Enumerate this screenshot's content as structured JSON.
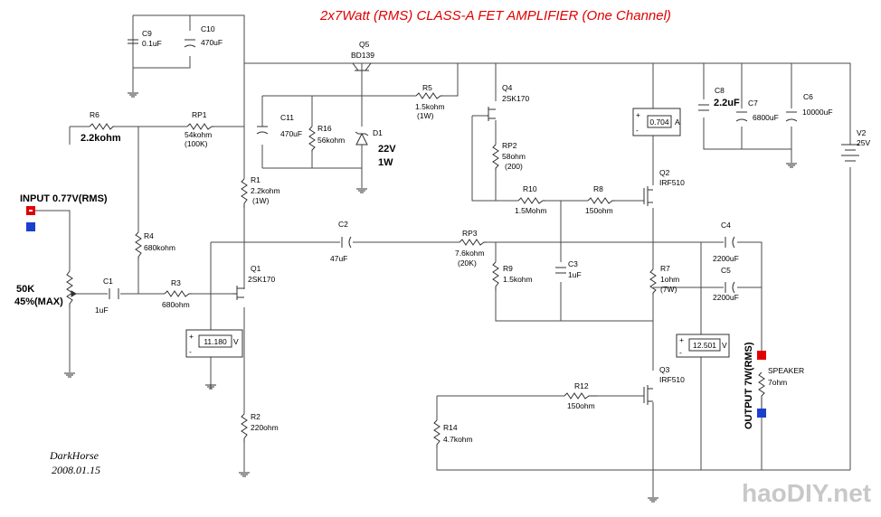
{
  "title": "2x7Watt (RMS) CLASS-A FET AMPLIFIER (One Channel)",
  "author": "DarkHorse",
  "date": "2008.01.15",
  "watermark": "haoDIY.net",
  "input": {
    "label": "INPUT 0.77V(RMS)",
    "pot_value": "50K",
    "pot_setting": "45%(MAX)"
  },
  "output": {
    "label": "OUTPUT 7W(RMS)",
    "load_name": "SPEAKER",
    "load_value": "7ohm"
  },
  "components": {
    "c9": {
      "name": "C9",
      "value": "0.1uF"
    },
    "c10": {
      "name": "C10",
      "value": "470uF"
    },
    "q5": {
      "name": "Q5",
      "value": "BD139"
    },
    "r6": {
      "name": "R6",
      "value": "2.2kohm"
    },
    "rp1": {
      "name": "RP1",
      "value": "54kohm",
      "value2": "(100K)"
    },
    "c11": {
      "name": "C11",
      "value": "470uF"
    },
    "r16": {
      "name": "R16",
      "value": "56kohm"
    },
    "d1": {
      "name": "D1",
      "value": "22V",
      "value2": "1W"
    },
    "r5": {
      "name": "R5",
      "value": "1.5kohm",
      "value2": "(1W)"
    },
    "q4": {
      "name": "Q4",
      "value": "2SK170"
    },
    "rp2": {
      "name": "RP2",
      "value": "58ohm",
      "value2": "(200)"
    },
    "r10": {
      "name": "R10",
      "value": "1.5Mohm"
    },
    "r8": {
      "name": "R8",
      "value": "150ohm"
    },
    "q2": {
      "name": "Q2",
      "value": "IRF510"
    },
    "c8": {
      "name": "C8",
      "value": "2.2uF"
    },
    "c7": {
      "name": "C7",
      "value": "6800uF"
    },
    "c6": {
      "name": "C6",
      "value": "10000uF"
    },
    "v2": {
      "name": "V2",
      "value": "25V"
    },
    "r1": {
      "name": "R1",
      "value": "2.2kohm",
      "value2": "(1W)"
    },
    "c2": {
      "name": "C2",
      "value": "47uF"
    },
    "rp3": {
      "name": "RP3",
      "value": "7.6kohm",
      "value2": "(20K)"
    },
    "c4": {
      "name": "C4",
      "value": "2200uF"
    },
    "c5": {
      "name": "C5",
      "value": "2200uF"
    },
    "r4": {
      "name": "R4",
      "value": "680kohm"
    },
    "r9": {
      "name": "R9",
      "value": "1.5kohm"
    },
    "c3": {
      "name": "C3",
      "value": "1uF"
    },
    "r7": {
      "name": "R7",
      "value": "1ohm",
      "value2": "(7W)"
    },
    "c1": {
      "name": "C1",
      "value": "1uF"
    },
    "r3": {
      "name": "R3",
      "value": "680ohm"
    },
    "q1": {
      "name": "Q1",
      "value": "2SK170"
    },
    "q3": {
      "name": "Q3",
      "value": "IRF510"
    },
    "r12": {
      "name": "R12",
      "value": "150ohm"
    },
    "r14": {
      "name": "R14",
      "value": "4.7kohm"
    },
    "r2": {
      "name": "R2",
      "value": "220ohm"
    }
  },
  "meters": {
    "ammeter_q2": {
      "value": "0.704",
      "unit": "A"
    },
    "voltmeter_q1": {
      "value": "11.180",
      "unit": "V"
    },
    "voltmeter_out": {
      "value": "12.501",
      "unit": "V"
    }
  },
  "colors": {
    "title": "#e00000",
    "terminal_positive": "#e00000",
    "terminal_negative": "#1a3fd0",
    "wire": "#4a4a4a"
  }
}
